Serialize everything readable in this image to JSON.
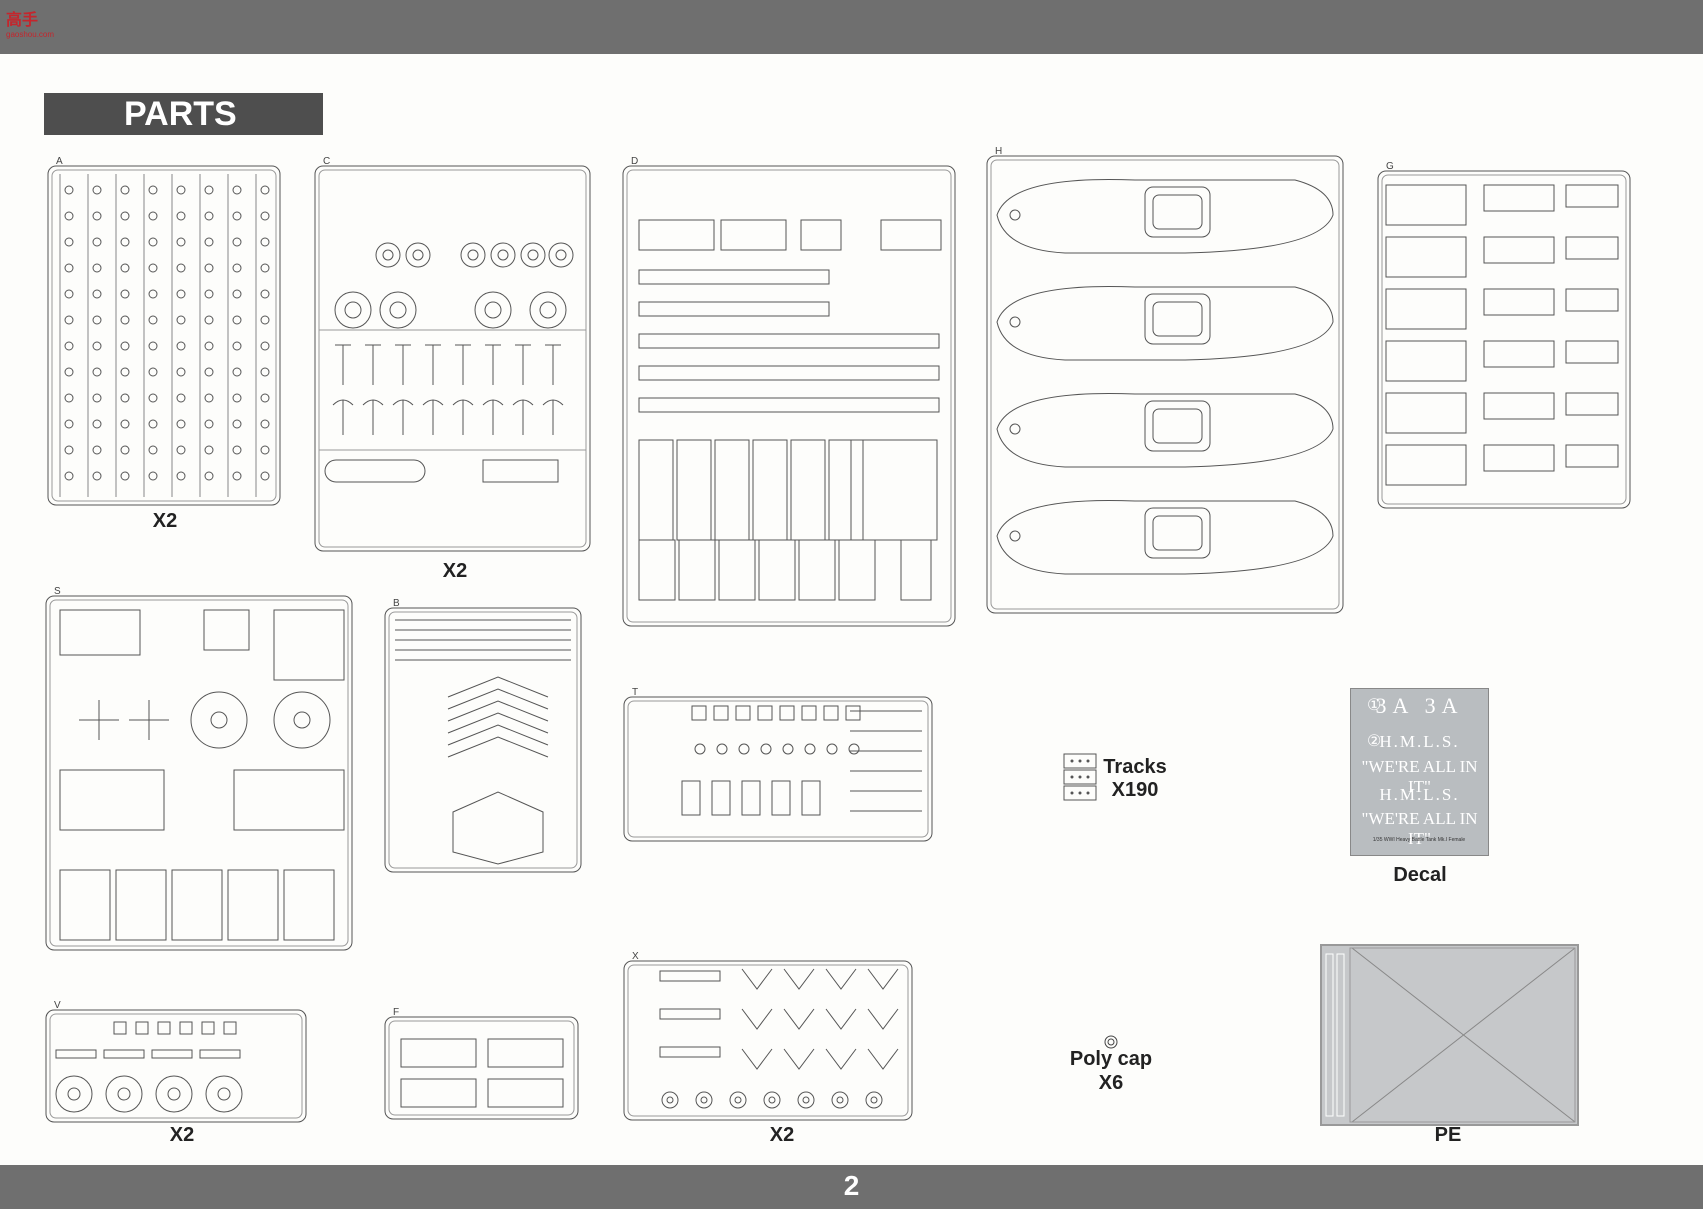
{
  "header": {
    "logo_text": "高手",
    "logo_url": "gaoshou.com"
  },
  "section_title": "PARTS",
  "page_number": "2",
  "sprues": [
    {
      "id": "A",
      "qty": "X2"
    },
    {
      "id": "C",
      "qty": "X2"
    },
    {
      "id": "D",
      "qty": ""
    },
    {
      "id": "H",
      "qty": ""
    },
    {
      "id": "G",
      "qty": ""
    },
    {
      "id": "S",
      "qty": ""
    },
    {
      "id": "B",
      "qty": ""
    },
    {
      "id": "T",
      "qty": ""
    },
    {
      "id": "V",
      "qty": "X2"
    },
    {
      "id": "F",
      "qty": ""
    },
    {
      "id": "X",
      "qty": "X2"
    }
  ],
  "extras": {
    "tracks_label": "Tracks",
    "tracks_qty": "X190",
    "polycap_label": "Poly cap",
    "polycap_qty": "X6",
    "decal_label": "Decal",
    "pe_label": "PE"
  },
  "decal_sheet": {
    "marks": "3A 3A",
    "circle1": "①",
    "circle2": "②",
    "line1": "H.M.L.S.",
    "line2": "\"WE'RE ALL IN IT\"",
    "line3": "H.M.L.S.",
    "line4": "\"WE'RE ALL IN IT\"",
    "fine_print": "1/35 WWI Heavy Battle Tank Mk.I Female"
  },
  "colors": {
    "bars": "#6f6f6f",
    "banner": "#4e4e4e",
    "decal": "#b9bdc0",
    "pe": "#c6c8ca"
  }
}
